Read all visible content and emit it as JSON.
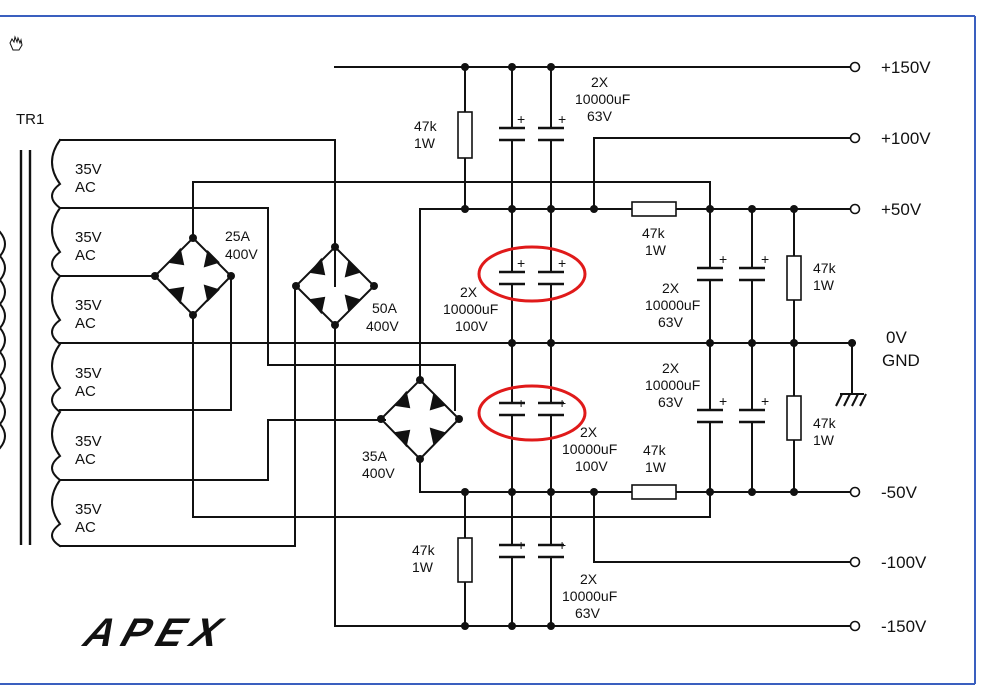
{
  "transformer": {
    "name": "TR1",
    "windings": [
      "35V",
      "AC",
      "35V",
      "AC",
      "35V",
      "AC",
      "35V",
      "AC",
      "35V",
      "AC",
      "35V",
      "AC"
    ]
  },
  "bridges": [
    {
      "current": "25A",
      "voltage": "400V"
    },
    {
      "current": "50A",
      "voltage": "400V"
    },
    {
      "current": "35A",
      "voltage": "400V"
    }
  ],
  "capacitors": {
    "top": [
      "2X",
      "10000uF",
      "63V"
    ],
    "mid_upper": [
      "2X",
      "10000uF",
      "100V"
    ],
    "mid_lower": [
      "2X",
      "10000uF",
      "100V"
    ],
    "right_upper": [
      "2X",
      "10000uF",
      "63V"
    ],
    "right_lower": [
      "2X",
      "10000uF",
      "63V"
    ],
    "bottom": [
      "2X",
      "10000uF",
      "63V"
    ]
  },
  "resistors": {
    "r_top": [
      "47k",
      "1W"
    ],
    "r_series_upper": [
      "47k",
      "1W"
    ],
    "r_right_upper": [
      "47k",
      "1W"
    ],
    "r_right_lower": [
      "47k",
      "1W"
    ],
    "r_series_lower": [
      "47k",
      "1W"
    ],
    "r_bottom": [
      "47k",
      "1W"
    ]
  },
  "rails": [
    "+150V",
    "+100V",
    "+50V",
    "0V",
    "GND",
    "-50V",
    "-100V",
    "-150V"
  ],
  "plus_sign": "+",
  "logo": "APEX",
  "colors": {
    "frame": "#3a5fbf",
    "highlight": "#e01a1a",
    "ink": "#111111"
  }
}
